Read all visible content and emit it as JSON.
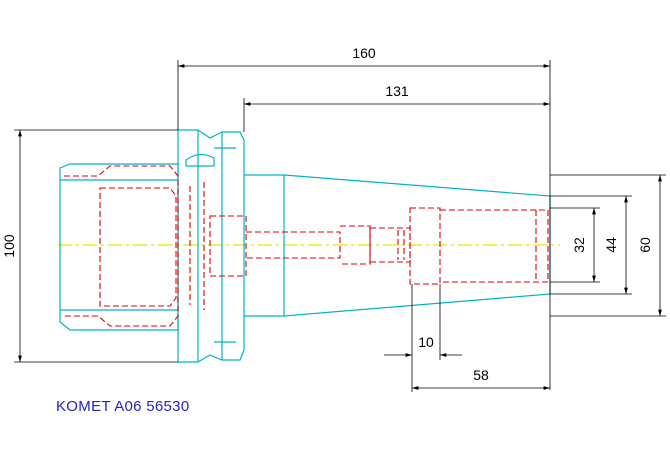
{
  "drawing": {
    "caption": "KOMET A06 56530",
    "colors": {
      "outline": "#00b4c8",
      "hidden": "#e00000",
      "centerline": "#e6e600",
      "dimension": "#000000",
      "caption": "#2323c8"
    },
    "dimensions": {
      "overall_length": "160",
      "taper_length": "131",
      "flange_diameter": "100",
      "bore_32": "32",
      "bore_44": "44",
      "nose_60": "60",
      "step_10": "10",
      "length_58": "58"
    }
  }
}
